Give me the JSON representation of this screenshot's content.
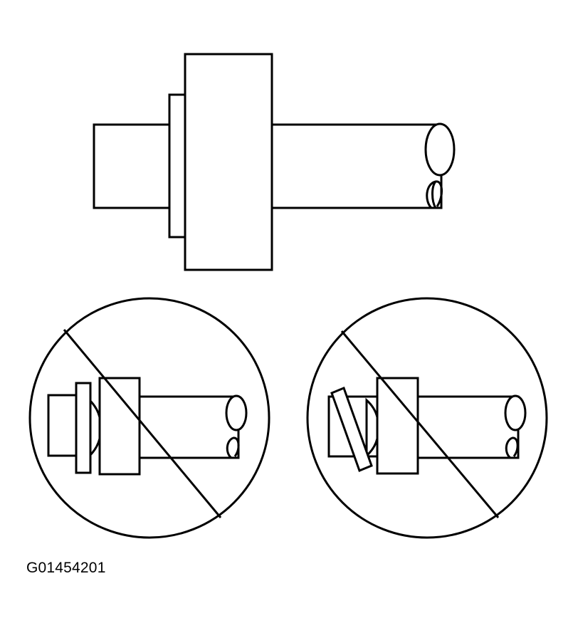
{
  "figure": {
    "code": "G01454201"
  },
  "colors": {
    "line": "#000000",
    "background": "#ffffff"
  },
  "panels": [
    {
      "id": "correct",
      "prohibited": false
    },
    {
      "id": "wrong-gap",
      "prohibited": true
    },
    {
      "id": "wrong-tilted",
      "prohibited": true
    }
  ]
}
